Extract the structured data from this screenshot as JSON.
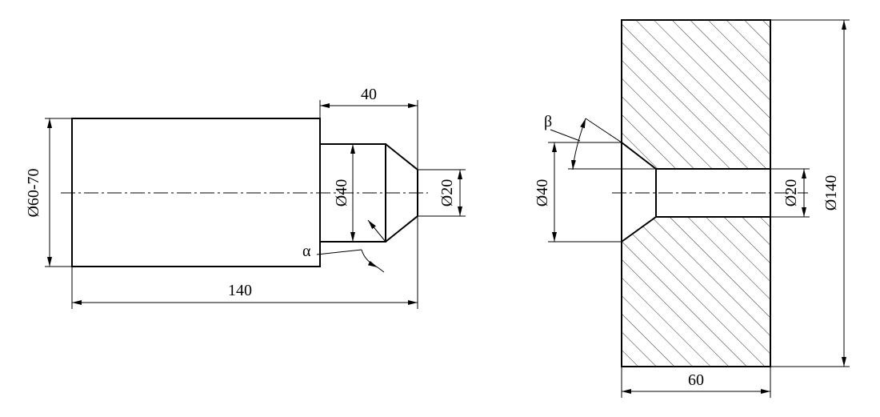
{
  "left_view": {
    "dim_length_total": "140",
    "dim_length_tip": "40",
    "dim_diameter_body": "Ø60-70",
    "dim_diameter_neck": "Ø40",
    "dim_diameter_tip": "Ø20",
    "angle_label": "α"
  },
  "right_view": {
    "dim_diameter_outer": "Ø140",
    "dim_diameter_countersink": "Ø40",
    "dim_diameter_hole": "Ø20",
    "dim_thickness": "60",
    "angle_label": "β"
  }
}
